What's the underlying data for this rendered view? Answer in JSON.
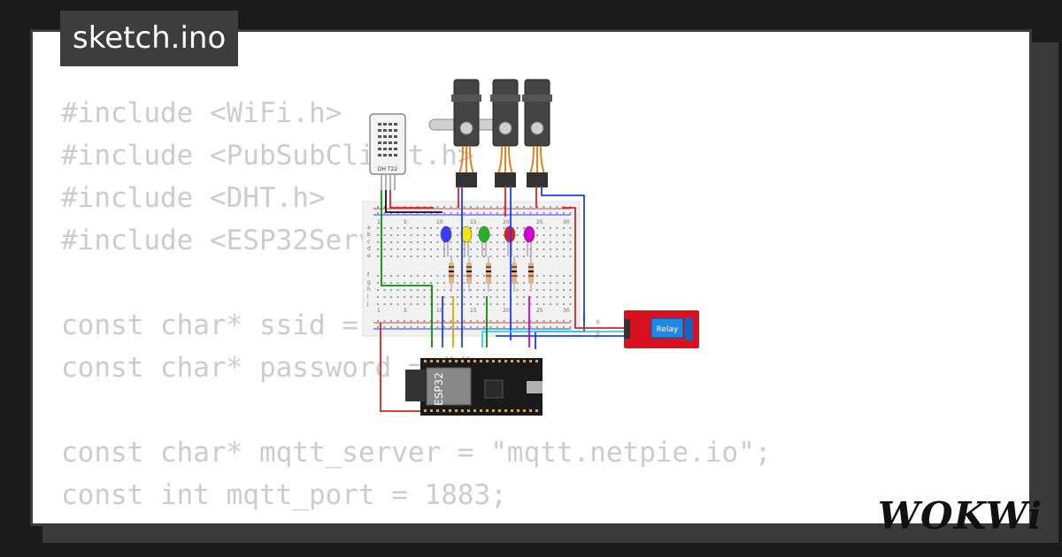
{
  "tab": {
    "filename": "sketch.ino"
  },
  "code_lines": [
    "#include <WiFi.h>",
    "#include <PubSubClient.h>",
    "#include <DHT.h>",
    "#include <ESP32Servo.h>",
    "",
    "const char* ssid = \"Wokwi-GUEST\";",
    "const char* password = \"\";",
    "",
    "const char* mqtt_server = \"mqtt.netpie.io\";",
    "const int mqtt_port = 1883;"
  ],
  "components": {
    "dht_label": "DH T22",
    "esp32_label": "ESP32",
    "relay_label": "Relay",
    "breadboard_numbers": [
      "1",
      "5",
      "10",
      "15",
      "20",
      "25",
      "30"
    ],
    "breadboard_rows": [
      "a",
      "b",
      "c",
      "d",
      "e",
      "f",
      "g",
      "h",
      "i",
      "j"
    ]
  },
  "logo": {
    "text": "WOKWi"
  },
  "colors": {
    "tab_bg": "#3d3d3d",
    "code_text": "#cccccc",
    "led_colors": [
      "#3b3bff",
      "#f2e600",
      "#22b422",
      "#e02020",
      "#d400d4"
    ],
    "wire_red": "#e02020",
    "wire_blue": "#1e3cff",
    "wire_green": "#0a8c0a",
    "wire_cyan": "#20d8e8",
    "wire_black": "#111111",
    "relay": "#d81020"
  }
}
